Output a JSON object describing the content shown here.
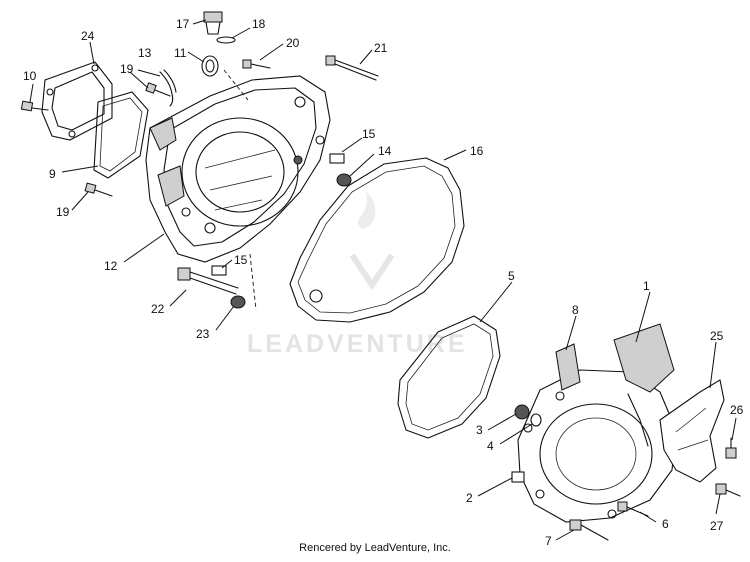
{
  "watermark": {
    "text": "LEADVENTURE"
  },
  "footer": {
    "text": "Rencered by LeadVenture, Inc."
  },
  "callouts": [
    "1",
    "2",
    "3",
    "4",
    "5",
    "6",
    "7",
    "8",
    "9",
    "10",
    "11",
    "12",
    "13",
    "14",
    "15",
    "15",
    "16",
    "17",
    "18",
    "19",
    "19",
    "20",
    "21",
    "22",
    "23",
    "24",
    "25",
    "26",
    "27"
  ]
}
